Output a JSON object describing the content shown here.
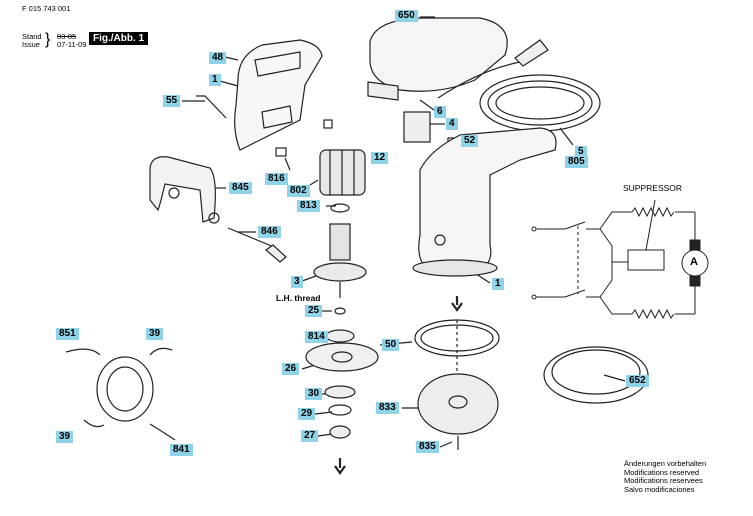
{
  "header": {
    "part_number": "F 015 743 001",
    "stand_label": "Stand",
    "issue_label": "Issue",
    "revision_struck": "03-05",
    "issue_date": "07-11-09",
    "figure_label": "Fig./Abb. 1"
  },
  "callouts": {
    "c650": "650",
    "c48": "48",
    "c1a": "1",
    "c55": "55",
    "c6": "6",
    "c4": "4",
    "c52": "52",
    "c5": "5",
    "c805": "805",
    "c12": "12",
    "c816": "816",
    "c802": "802",
    "c845": "845",
    "c813": "813",
    "c846": "846",
    "c3": "3",
    "c1b": "1",
    "c25": "25",
    "c814": "814",
    "c50": "50",
    "c26": "26",
    "c30": "30",
    "c29": "29",
    "c27": "27",
    "c833": "833",
    "c835": "835",
    "c652": "652",
    "c851": "851",
    "c39a": "39",
    "c39b": "39",
    "c841": "841"
  },
  "thread_note": "L.H. thread",
  "schematic": {
    "suppressor_label": "SUPPRESSOR",
    "motor_label": "A"
  },
  "notes": [
    "Änderungen vorbehalten",
    "Modifications reserved",
    "Modifications reservees",
    "Salvo modificaciones"
  ]
}
